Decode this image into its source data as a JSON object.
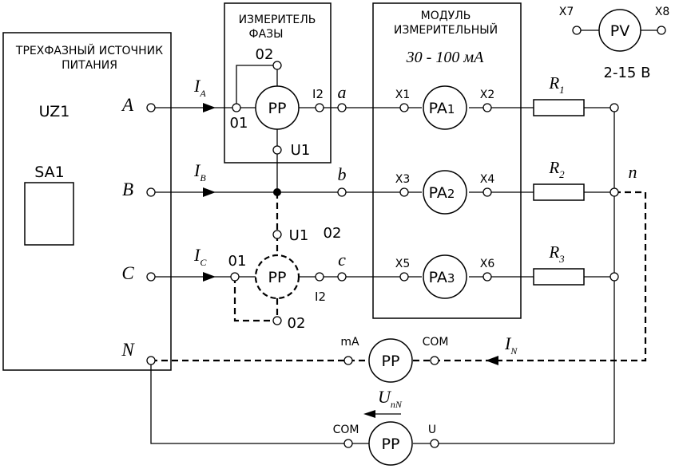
{
  "source": {
    "title_line1": "ТРЕХФАЗНЫЙ ИСТОЧНИК",
    "title_line2": "ПИТАНИЯ",
    "uz": "UZ1",
    "sa": "SA1",
    "phase_a": "A",
    "phase_b": "B",
    "phase_c": "C",
    "neutral": "N"
  },
  "currents": {
    "ia": "I",
    "ia_sub": "A",
    "ib": "I",
    "ib_sub": "B",
    "ic": "I",
    "ic_sub": "C",
    "in": "I",
    "in_sub": "N",
    "unn": "U",
    "unn_sub": "nN"
  },
  "phase_meter": {
    "title_line1": "ИЗМЕРИТЕЛЬ",
    "title_line2": "ФАЗЫ",
    "label": "PP",
    "o1": "01",
    "o2": "02",
    "i2": "I2",
    "u1": "U1"
  },
  "phase_meter_c": {
    "label": "PP",
    "o1": "01",
    "o2_top": "02",
    "o2_bottom": "02",
    "i2": "I2",
    "u1": "U1"
  },
  "nodes": {
    "a": "a",
    "b": "b",
    "c": "c",
    "n": "n"
  },
  "module": {
    "title_line1": "МОДУЛЬ",
    "title_line2": "ИЗМЕРИТЕЛЬНЫЙ",
    "range": "30 - 100 мА",
    "pa1": "PA",
    "pa1_sub": "1",
    "pa2": "PA",
    "pa2_sub": "2",
    "pa3": "PA",
    "pa3_sub": "3",
    "x1": "X1",
    "x2": "X2",
    "x3": "X3",
    "x4": "X4",
    "x5": "X5",
    "x6": "X6"
  },
  "resistors": {
    "r1": "R",
    "r1_sub": "1",
    "r2": "R",
    "r2_sub": "2",
    "r3": "R",
    "r3_sub": "3"
  },
  "voltmeter": {
    "label": "PV",
    "x7": "X7",
    "x8": "X8",
    "range": "2-15 В"
  },
  "neutral_meter": {
    "label": "PP",
    "ma": "mA",
    "com": "COM"
  },
  "voltage_meter": {
    "label": "PP",
    "com": "COM",
    "u": "U"
  }
}
